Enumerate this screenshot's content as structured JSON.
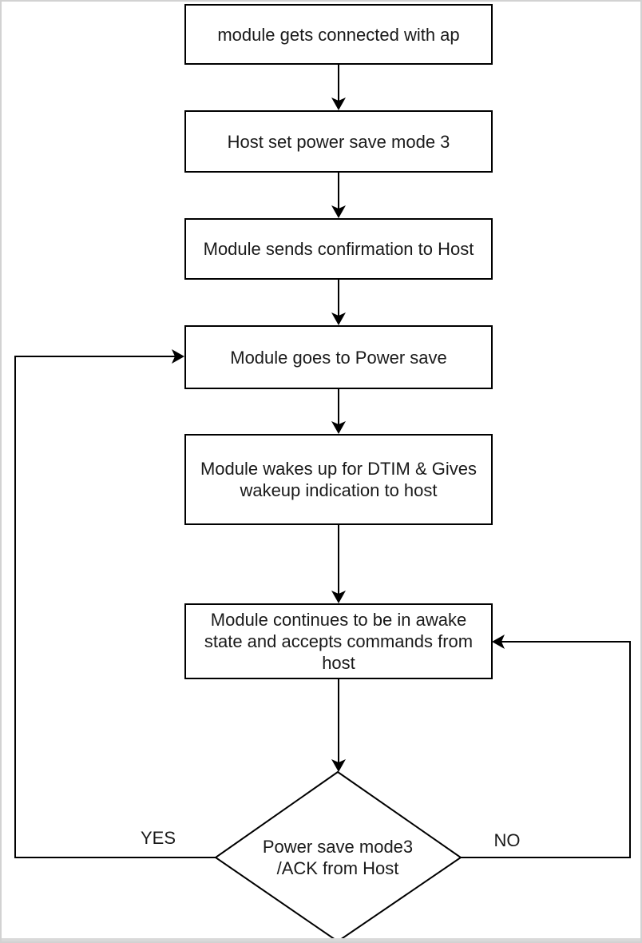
{
  "page": {
    "background_color": "#ffffff",
    "border_color": "#d2d2d2",
    "stroke_color": "#000000",
    "text_color": "#1a1a1a"
  },
  "flowchart": {
    "nodes": [
      {
        "id": "connected",
        "label": "module gets connected with ap"
      },
      {
        "id": "set-mode",
        "label": "Host set power save mode 3"
      },
      {
        "id": "confirmation",
        "label": "Module sends confirmation to Host"
      },
      {
        "id": "power-save",
        "label": "Module goes to Power save"
      },
      {
        "id": "wakes-dtim",
        "label": "Module wakes up for DTIM & Gives\nwakeup indication to host"
      },
      {
        "id": "awake-state",
        "label": "Module continues to be in awake\nstate and accepts commands from\nhost"
      }
    ],
    "decision": {
      "label": "Power save mode3\n/ACK from Host"
    },
    "branch_labels": {
      "yes": "YES",
      "no": "NO"
    }
  }
}
